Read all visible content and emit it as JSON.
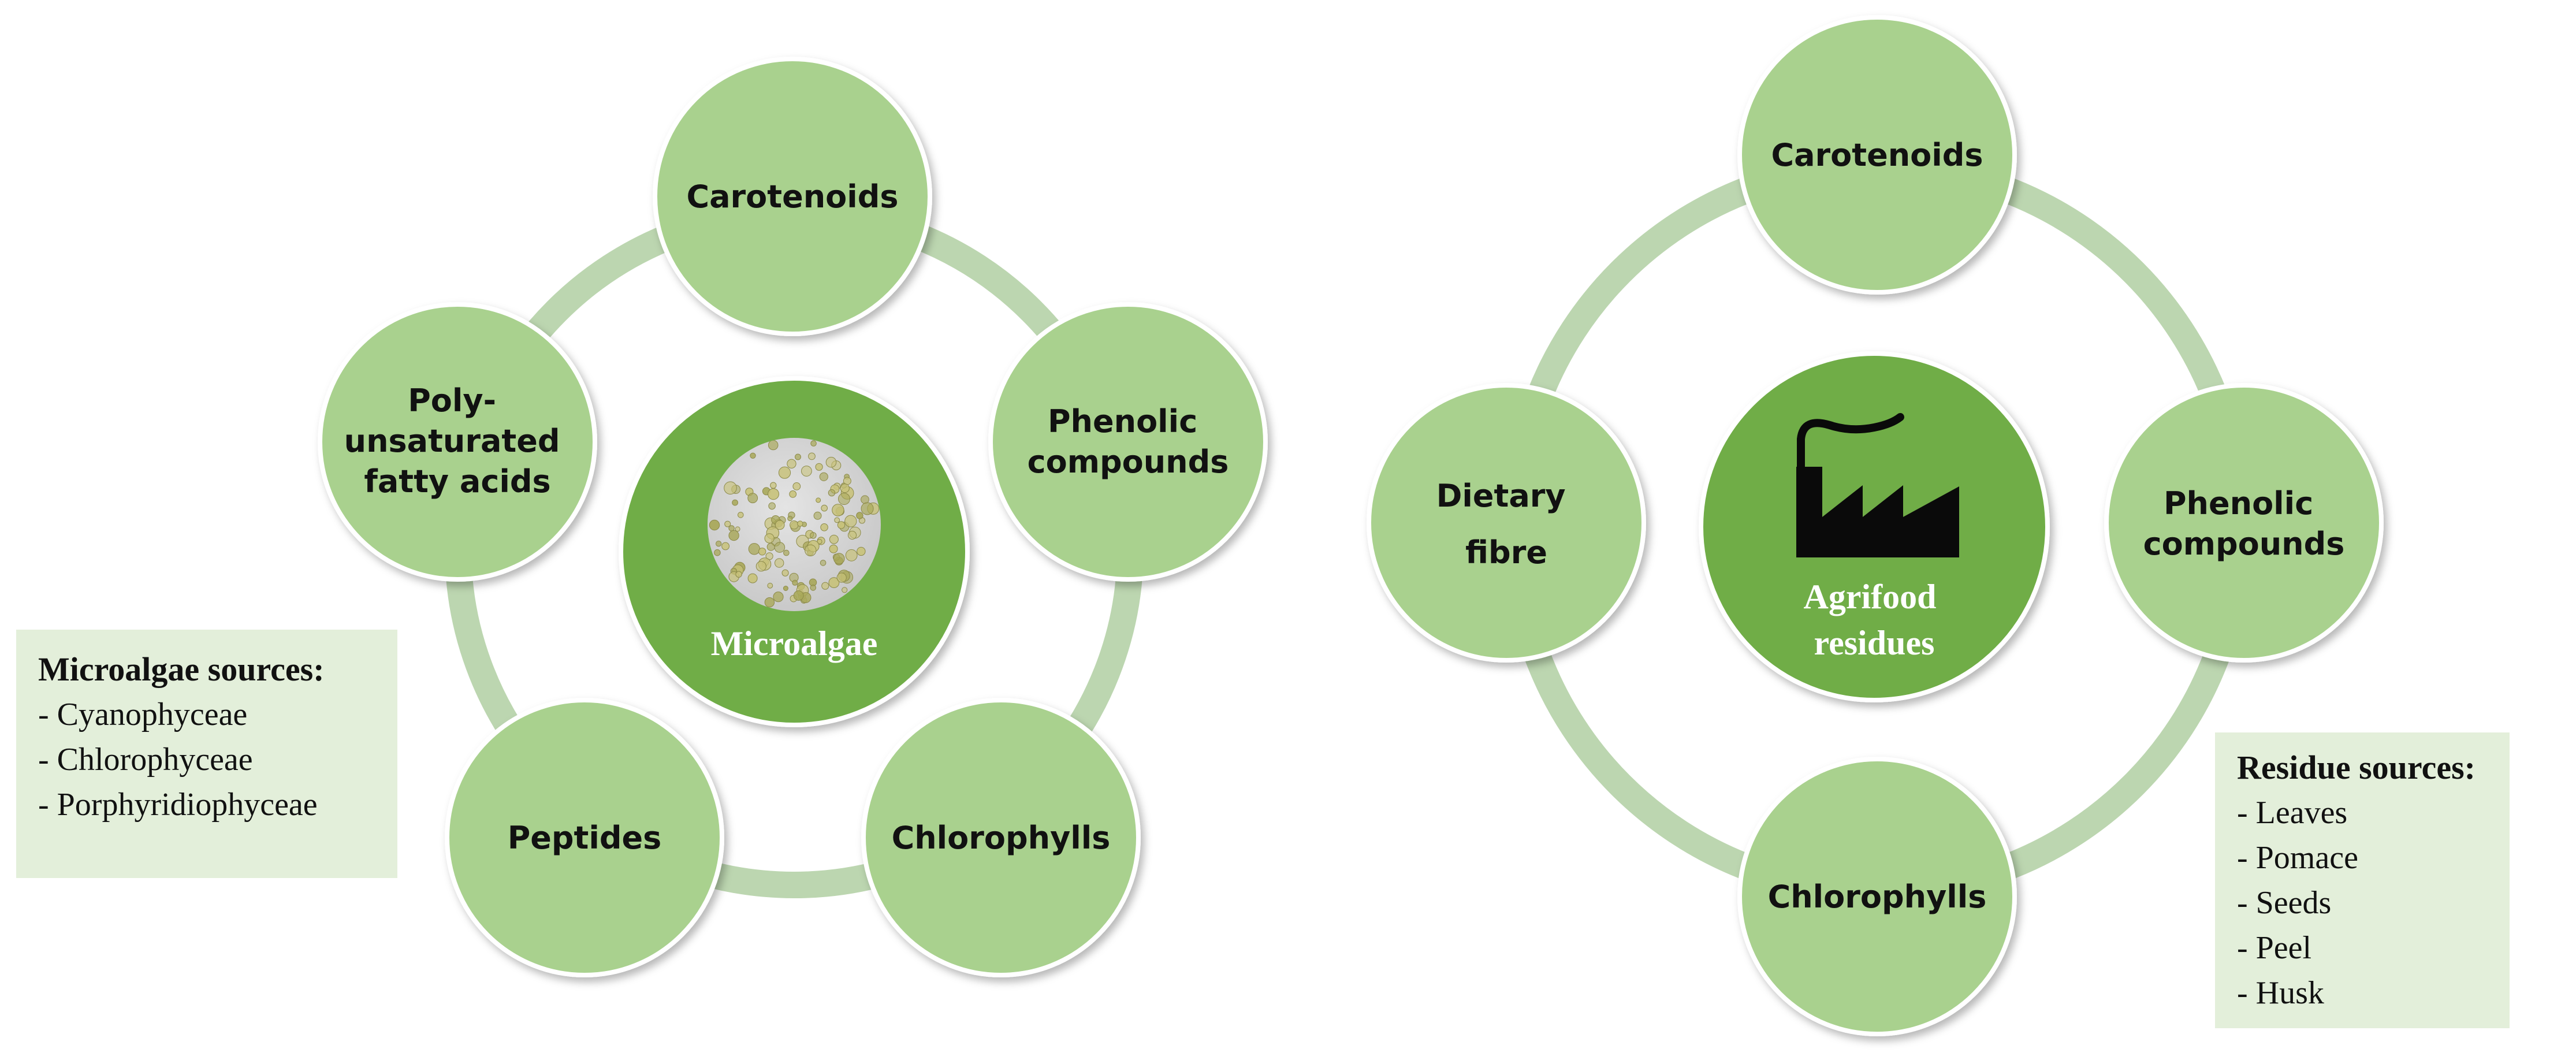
{
  "left_cycle": {
    "hub_label": "Microalgae",
    "nodes": [
      "Carotenoids",
      "Phenolic compounds",
      "Chlorophylls",
      "Peptides",
      "Poly-unsaturated fatty acids"
    ],
    "legend": {
      "title": "Microalgae sources:",
      "items": [
        "- Cyanophyceae",
        "- Chlorophyceae",
        "- Porphyridiophyceae"
      ]
    }
  },
  "right_cycle": {
    "hub_label_line1": "Agrifood",
    "hub_label_line2": "residues",
    "nodes": [
      "Carotenoids",
      "Phenolic compounds",
      "Chlorophylls",
      "Dietary fibre"
    ],
    "legend": {
      "title": "Residue sources:",
      "items": [
        "- Leaves",
        "- Pomace",
        "- Seeds",
        "- Peel",
        "- Husk"
      ]
    }
  },
  "icons": {
    "left_hub": "microalgae-micrograph-icon",
    "right_hub": "factory-icon"
  },
  "colors": {
    "node_fill": "#a9d18e",
    "hub_fill": "#70ad47",
    "ring": "#bcd6b0",
    "legend_bg": "#e3efda"
  }
}
